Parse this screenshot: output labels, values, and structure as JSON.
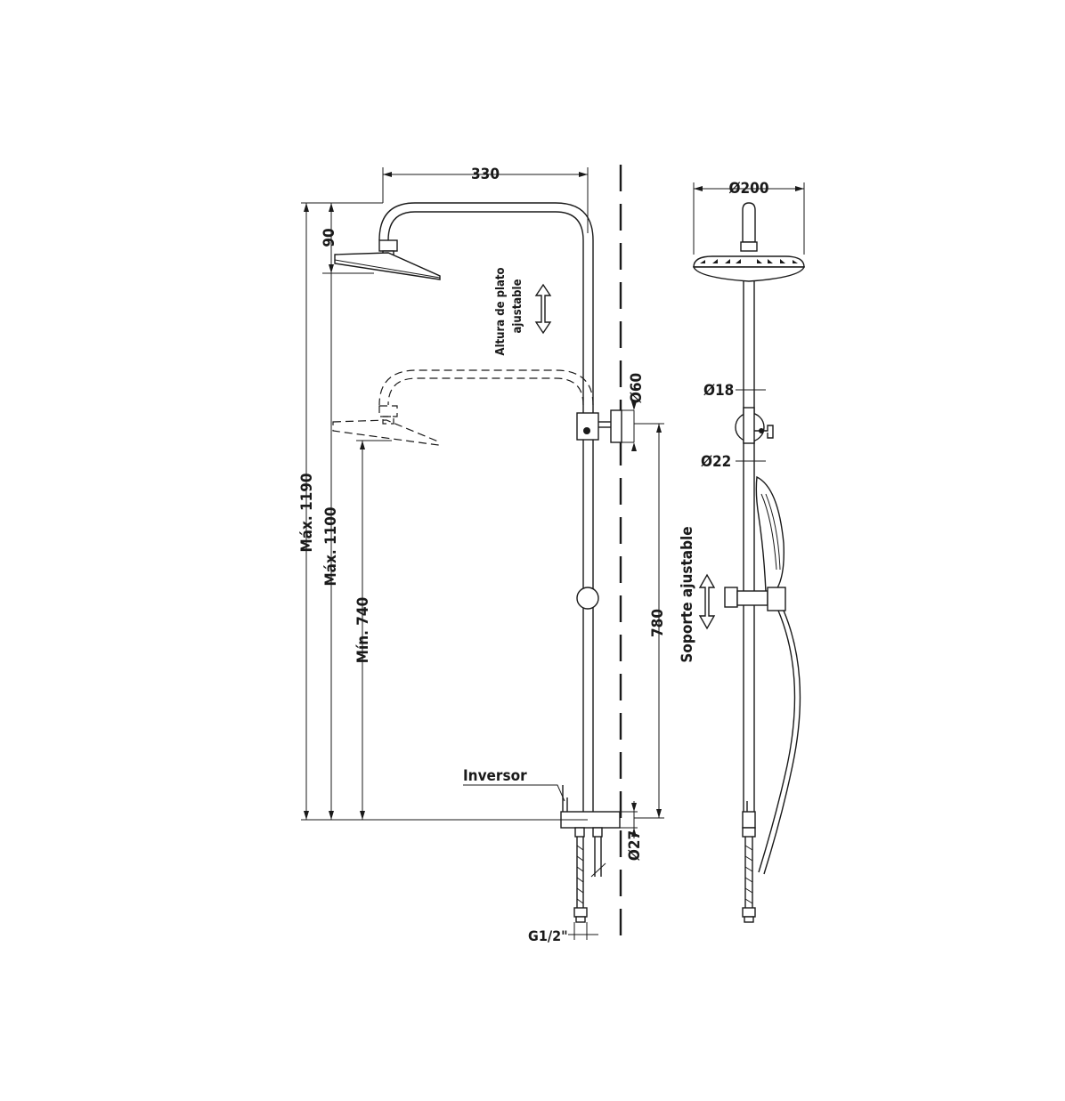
{
  "labels": {
    "width_330": "330",
    "diam_200": "Ø200",
    "height_90": "90",
    "plate_height_line1": "Altura de plato",
    "plate_height_line2": "ajustable",
    "diam_60": "Ø60",
    "diam_18": "Ø18",
    "diam_22": "Ø22",
    "max_1190": "Máx. 1190",
    "max_1100": "Máx. 1100",
    "min_740": "Mín. 740",
    "height_780": "780",
    "adjustable_support": "Soporte ajustable",
    "diverter": "Inversor",
    "diam_27": "Ø27",
    "thread_g12": "G1/2\""
  }
}
